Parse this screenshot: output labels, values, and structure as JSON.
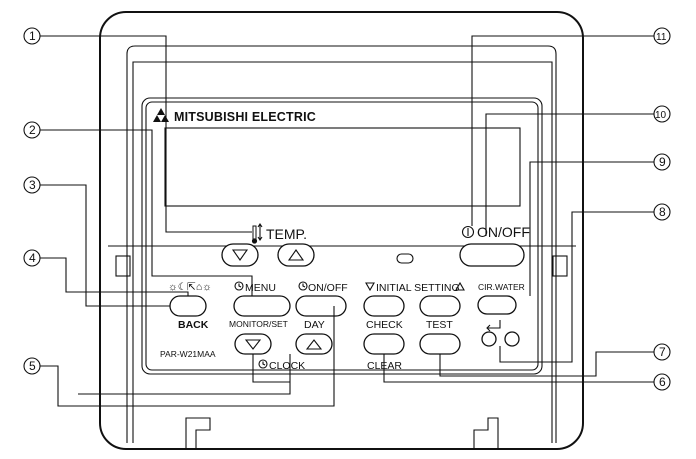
{
  "brand": {
    "name": "MITSUBISHI ELECTRIC"
  },
  "model": "PAR-W21MAA",
  "labels": {
    "temp": "TEMP.",
    "on_off": "ON/OFF",
    "mode_icons": "☼☾⇱⌂☼",
    "menu": "MENU",
    "timer_on_off": "ON/OFF",
    "initial_setting": "INITIAL SETTING",
    "cir_water": "CIR.WATER",
    "back": "BACK",
    "monitor_set": "MONITOR/SET",
    "day": "DAY",
    "check": "CHECK",
    "test": "TEST",
    "clock": "CLOCK",
    "clear": "CLEAR"
  },
  "callouts": [
    "①",
    "②",
    "③",
    "④",
    "⑤",
    "⑥",
    "⑦",
    "⑧",
    "⑨",
    "⑩",
    "⑪"
  ]
}
